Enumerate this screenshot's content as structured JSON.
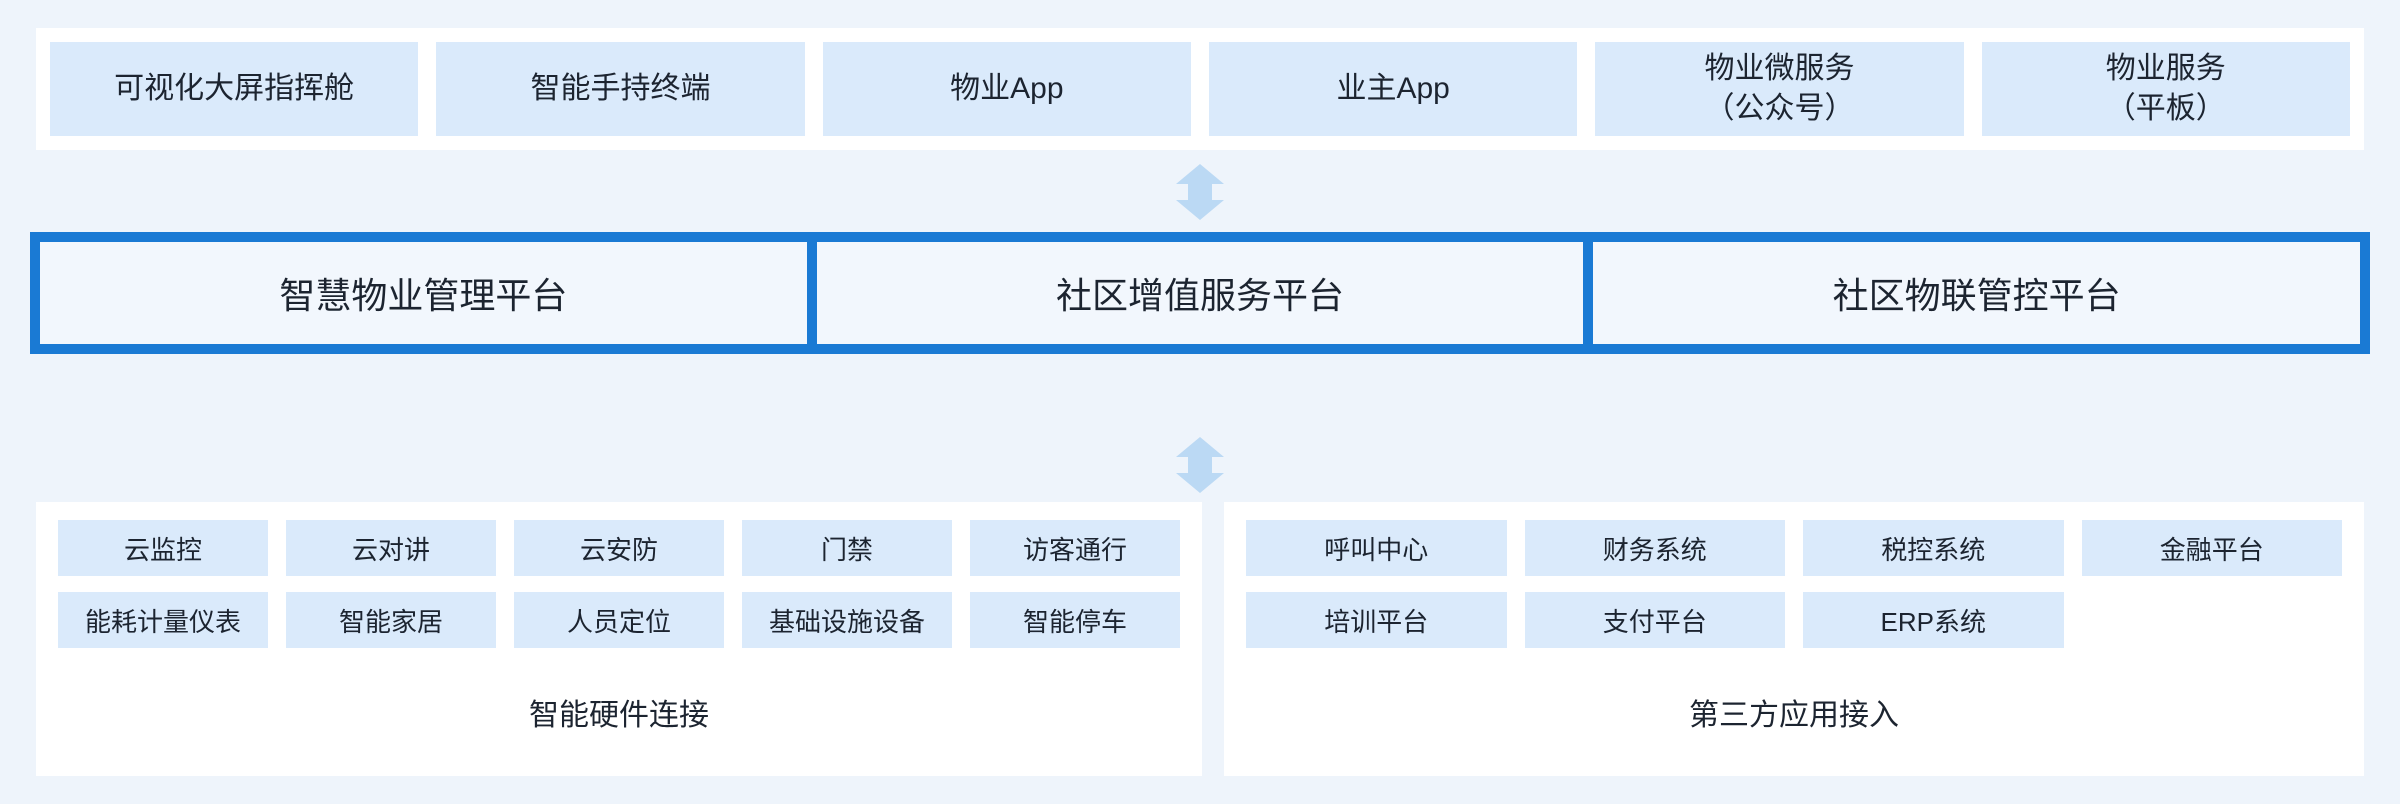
{
  "colors": {
    "page_background": "#eef4fb",
    "panel_background": "#ffffff",
    "tile_background": "#daeafb",
    "platform_border": "#1a7ad4",
    "platform_tile_background": "#f2f7fd",
    "arrow_fill": "#bbd9f4",
    "text": "#1c2430"
  },
  "tiers": {
    "terminals": {
      "items": [
        {
          "label": "可视化大屏指挥舱"
        },
        {
          "label": "智能手持终端"
        },
        {
          "label": "物业App"
        },
        {
          "label": "业主App"
        },
        {
          "label": "物业微服务\n（公众号）"
        },
        {
          "label": "物业服务\n（平板）"
        }
      ]
    },
    "platforms": {
      "items": [
        {
          "label": "智慧物业管理平台"
        },
        {
          "label": "社区增值服务平台"
        },
        {
          "label": "社区物联管控平台"
        }
      ]
    },
    "hardware": {
      "caption": "智能硬件连接",
      "items": [
        {
          "label": "云监控"
        },
        {
          "label": "云对讲"
        },
        {
          "label": "云安防"
        },
        {
          "label": "门禁"
        },
        {
          "label": "访客通行"
        },
        {
          "label": "能耗计量仪表"
        },
        {
          "label": "智能家居"
        },
        {
          "label": "人员定位"
        },
        {
          "label": "基础设施设备"
        },
        {
          "label": "智能停车"
        }
      ]
    },
    "thirdparty": {
      "caption": "第三方应用接入",
      "items": [
        {
          "label": "呼叫中心"
        },
        {
          "label": "财务系统"
        },
        {
          "label": "税控系统"
        },
        {
          "label": "金融平台"
        },
        {
          "label": "培训平台"
        },
        {
          "label": "支付平台"
        },
        {
          "label": "ERP系统"
        }
      ]
    }
  },
  "connectors": [
    {
      "name": "terminals-to-platforms",
      "icon": "double-headed-vertical-arrow-icon"
    },
    {
      "name": "platforms-to-bottom",
      "icon": "double-headed-vertical-arrow-icon"
    }
  ]
}
